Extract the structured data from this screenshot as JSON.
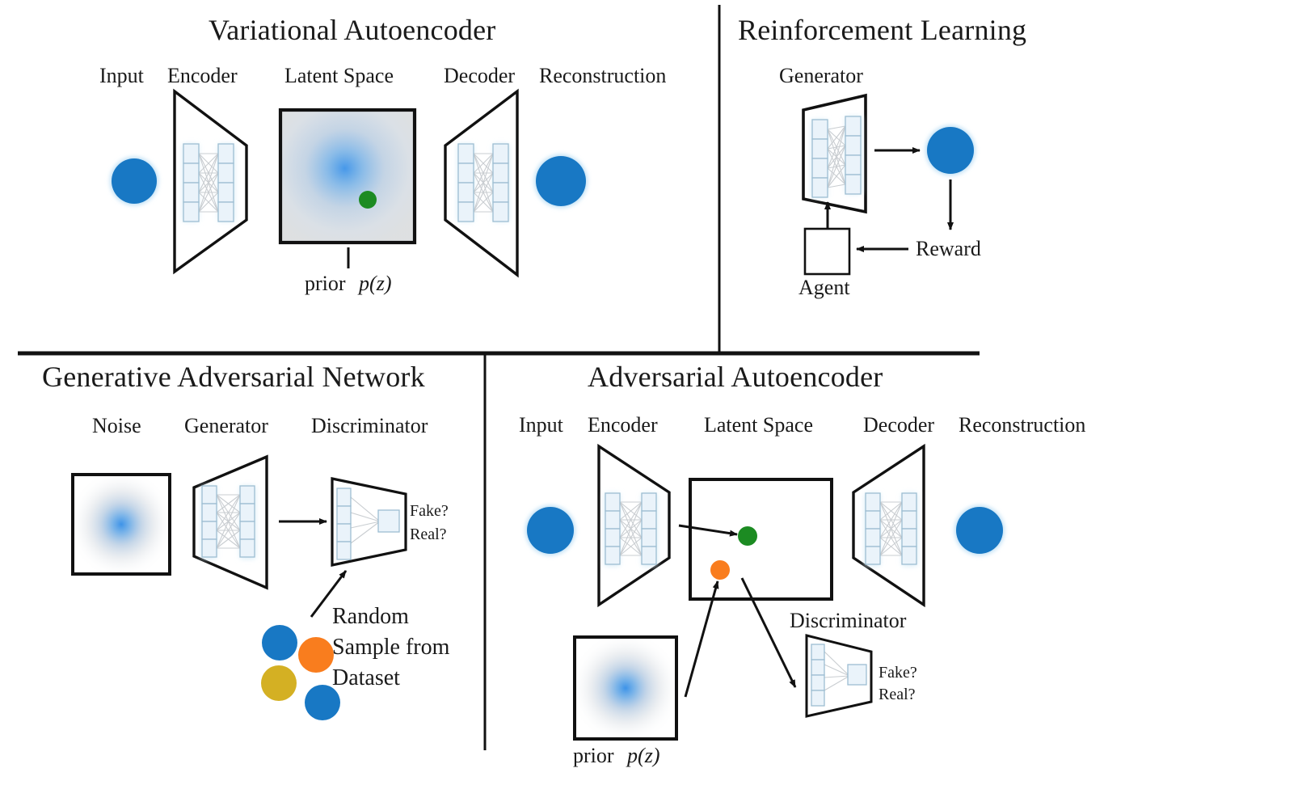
{
  "figure": {
    "kind": "four-panel-diagram",
    "background": "#ffffff",
    "palette": {
      "blue": "#1878c4",
      "orange": "#f97d1e",
      "gold": "#d4b023",
      "green": "#1c8b22",
      "node_fill": "#eaf3fa",
      "node_stroke": "#9dbed2",
      "node_glow": "#d8ecf7",
      "line": "#111111",
      "weight_line": "#c9cdd1"
    },
    "dividers": {
      "horizontal": "full-width rule splitting top and bottom halves",
      "vertical_top": "rule splitting Variational Autoencoder from Reinforcement Learning",
      "vertical_bottom": "rule splitting Generative Adversarial Network from Adversarial Autoencoder"
    }
  },
  "panels": [
    {
      "id": "vae",
      "title": "Variational Autoencoder",
      "labels": {
        "input": "Input",
        "encoder": "Encoder",
        "latent": "Latent Space",
        "decoder": "Decoder",
        "reconstruction": "Reconstruction",
        "prior_text": "prior",
        "prior_math": "p(z)"
      },
      "elements": {
        "input_blob": "blue-circle",
        "encoder_net": "trapezoid-narrowing-right with two 4-unit layers",
        "latent_box": "square with radial blue gaussian gradient and one green latent sample dot",
        "decoder_net": "trapezoid-widening-right with two 4-unit layers",
        "output_blob": "blue-circle"
      }
    },
    {
      "id": "rl",
      "title": "Reinforcement Learning",
      "labels": {
        "generator": "Generator",
        "reward": "Reward",
        "agent": "Agent"
      },
      "elements": {
        "generator_net": "slanted trapezoid with two 4-unit layers",
        "sample_blob": "blue-circle",
        "agent_box": "empty square",
        "arrows": [
          "generator-to-sample",
          "sample-to-reward",
          "reward-to-agent",
          "agent-to-generator"
        ]
      }
    },
    {
      "id": "gan",
      "title": "Generative Adversarial Network",
      "labels": {
        "noise": "Noise",
        "generator": "Generator",
        "discriminator": "Discriminator",
        "verdict_line1": "Fake?",
        "verdict_line2": "Real?",
        "dataset_line1": "Random",
        "dataset_line2": "Sample from",
        "dataset_line3": "Dataset"
      },
      "elements": {
        "noise_box": "square with radial blue gaussian gradient fading to white",
        "generator_net": "trapezoid-widening-right with two 4-unit layers",
        "discriminator_net": "trapezoid-narrowing-right, 4 inputs to 1 output unit",
        "dataset_dots": [
          "blue",
          "orange",
          "gold",
          "blue"
        ],
        "arrows": [
          "generator-to-discriminator",
          "dataset-to-discriminator"
        ]
      }
    },
    {
      "id": "aae",
      "title": "Adversarial Autoencoder",
      "labels": {
        "input": "Input",
        "encoder": "Encoder",
        "latent": "Latent Space",
        "decoder": "Decoder",
        "reconstruction": "Reconstruction",
        "discriminator": "Discriminator",
        "verdict_line1": "Fake?",
        "verdict_line2": "Real?",
        "prior_text": "prior",
        "prior_math": "p(z)"
      },
      "elements": {
        "input_blob": "blue-circle",
        "encoder_net": "trapezoid-narrowing-right with two 4-unit layers",
        "latent_box": "plain white square containing one green encoded dot and one orange prior dot",
        "decoder_net": "trapezoid-widening-right with two 4-unit layers",
        "output_blob": "blue-circle",
        "prior_box": "square with radial blue gaussian gradient fading to white",
        "discriminator_net": "trapezoid-narrowing-right, 4 inputs to 1 output unit",
        "arrows": [
          "encoder-to-green-dot",
          "prior-to-orange-dot",
          "latent-to-discriminator"
        ]
      }
    }
  ]
}
